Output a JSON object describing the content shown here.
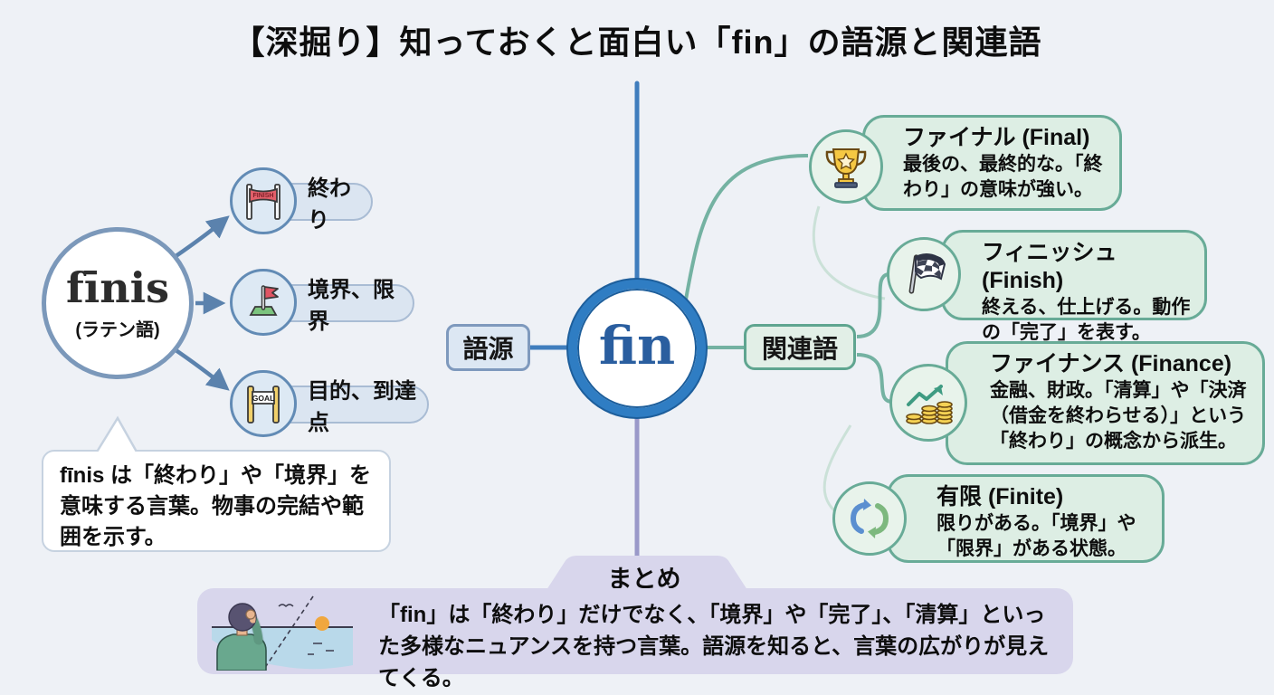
{
  "title": "【深掘り】知っておくと面白い「fin」の語源と関連語",
  "center": {
    "word": "fin"
  },
  "etymology": {
    "label": "語源",
    "root": {
      "word": "fīnis",
      "language": "(ラテン語)"
    },
    "meanings": [
      {
        "icon": "finish-banner-icon",
        "label": "終わり"
      },
      {
        "icon": "boundary-flag-icon",
        "label": "境界、限界"
      },
      {
        "icon": "goal-gate-icon",
        "label": "目的、到達点"
      }
    ],
    "note": "fīnis は「終わり」や「境界」を意味する言葉。物事の完結や範囲を示す。"
  },
  "related": {
    "label": "関連語",
    "items": [
      {
        "icon": "trophy-icon",
        "title": "ファイナル (Final)",
        "desc": "最後の、最終的な。「終わり」の意味が強い。"
      },
      {
        "icon": "checkered-flag-icon",
        "title": "フィニッシュ (Finish)",
        "desc": "終える、仕上げる。動作の「完了」を表す。"
      },
      {
        "icon": "coins-growth-icon",
        "title": "ファイナンス (Finance)",
        "desc": "金融、財政。「清算」や「決済（借金を終わらせる）」という「終わり」の概念から派生。"
      },
      {
        "icon": "cycle-arrows-icon",
        "title": "有限 (Finite)",
        "desc": "限りがある。「境界」や「限界」がある状態。"
      }
    ]
  },
  "summary": {
    "label": "まとめ",
    "text": "「fin」は「終わり」だけでなく、「境界」や「完了」、「清算」といった多様なニュアンスを持つ言葉。語源を知ると、言葉の広がりが見えてくる。"
  },
  "colors": {
    "background": "#eef1f6",
    "blue_accent": "#2f7dc3",
    "blue_grey_accent": "#7b98ba",
    "teal_accent": "#68ab97",
    "lavender_accent": "#d8d6ec",
    "purple_line": "#9a99c9"
  }
}
